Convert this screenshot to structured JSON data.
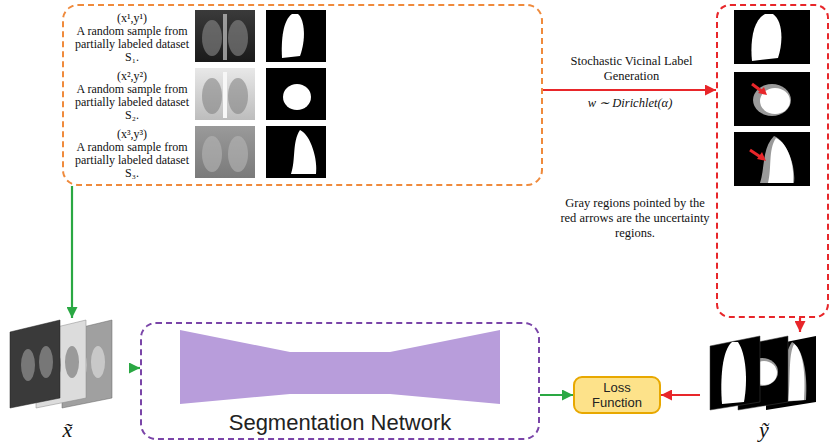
{
  "diagram": {
    "nodes": [
      {
        "text": []
      },
      {
        "text": [
          "(x¹,y¹)",
          "A random sample from partially labeled dataset S₁."
        ],
        "in": 0
      },
      {
        "text": [
          "(x²,y²)",
          "A random sample from partially labeled dataset S₂."
        ],
        "in": 0
      },
      {
        "text": [
          "(x³,y³)",
          "A random sample from partially labeled dataset S₃."
        ],
        "in": 0
      },
      {
        "text": []
      },
      {
        "text": [
          "Segmentation Network"
        ]
      },
      {
        "text": [
          "Loss Function"
        ]
      },
      {
        "text": [
          "x̃"
        ]
      },
      {
        "text": [
          "ỹ"
        ]
      }
    ],
    "edges": [
      {
        "from": 0,
        "to": 7,
        "arrow": "to"
      },
      {
        "from": 7,
        "to": 5,
        "arrow": "to"
      },
      {
        "from": 5,
        "to": 6,
        "arrow": "to"
      },
      {
        "from": 0,
        "to": 4,
        "label": "Stochastic Vicinal Label Generation",
        "arrow": "to"
      },
      {
        "from": 4,
        "to": 8,
        "arrow": "to"
      },
      {
        "from": 8,
        "to": 6,
        "arrow": "to"
      }
    ],
    "labels": [
      "w ∼ Dirichlet(α)",
      "Gray regions pointed by the red arrows are the uncertainty regions."
    ]
  }
}
